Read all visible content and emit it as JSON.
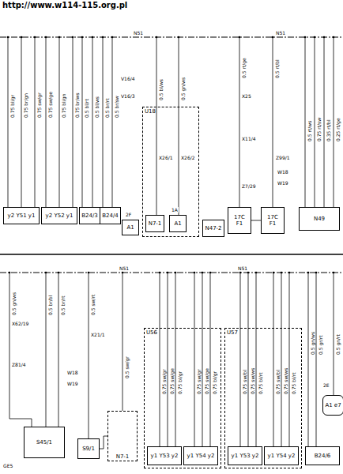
{
  "diagram": {
    "nodes": [
      {
        "text": [
          "y2 Y51 y1"
        ]
      },
      {
        "text": [
          "y2 Y52 y1"
        ]
      },
      {
        "text": [
          "B24/3"
        ]
      },
      {
        "text": [
          "B24/4"
        ]
      },
      {
        "text": [
          "A1"
        ]
      },
      {
        "text": [
          "U18"
        ]
      },
      {
        "text": [
          "N7-1"
        ],
        "in": 5
      },
      {
        "text": [
          "A1"
        ],
        "in": 5
      },
      {
        "text": [
          "N47-2"
        ]
      },
      {
        "text": [
          "17C",
          "F1"
        ]
      },
      {
        "text": [
          "17C",
          "F1"
        ]
      },
      {
        "text": [
          "N49"
        ]
      },
      {
        "text": [
          "S45/1"
        ]
      },
      {
        "text": [
          "S9/1"
        ]
      },
      {
        "text": [
          "N7-1"
        ]
      },
      {
        "text": [
          "U56"
        ]
      },
      {
        "text": [
          "y1 Y53 y2"
        ],
        "in": 15
      },
      {
        "text": [
          "y1 Y54 y2"
        ],
        "in": 15
      },
      {
        "text": [
          "U57"
        ]
      },
      {
        "text": [
          "y1 Y53 y2"
        ],
        "in": 18
      },
      {
        "text": [
          "y1 Y54 y2"
        ],
        "in": 18
      },
      {
        "text": [
          "B24/6"
        ]
      },
      {
        "text": [
          "A1 e7"
        ]
      }
    ],
    "edges": [
      {
        "from": 9,
        "to": 10,
        "arrow": "none"
      },
      {
        "from": 13,
        "to": 14,
        "arrow": "none"
      }
    ],
    "labels": [
      "http://www.w114-115.org.pl",
      "N51",
      "N51",
      "V16/4",
      "V16/3",
      "2F",
      "X26/1",
      "X26/2",
      "1A",
      "X25",
      "X11/4",
      "Z7/29",
      "Z99/1",
      "W18",
      "W19",
      "N51",
      "N51",
      "X62/19",
      "Z81/4",
      "W18",
      "W19",
      "GE5",
      "X21/1",
      "2E",
      "0.75 bl/gr",
      "0.75 br/gn",
      "0.75 sw/gr",
      "0.75 sw/ge",
      "0.75 bl/gn",
      "0.75 br/ws",
      "0.5 bl/rt",
      "0.5 bl/ws",
      "0.5 br/rt",
      "0.5 br/sw",
      "0.5 bl/ws",
      "0.5 gn/ws",
      "0.5 rt/ge",
      "0.5 rt/bl",
      "0.5 rt/ws",
      "0.75 rt/sw",
      "0.35 rt/bl",
      "0.25 rt/ge",
      "0.5 gn/ws",
      "0.5 br/bl",
      "0.5 br/rt",
      "0.5 sw/rt",
      "0.5 sw/gr",
      "0.75 sw/gr",
      "0.75 sw/ge",
      "0.75 bl/gr",
      "0.75 sw/gr",
      "0.75 sw/ge",
      "0.75 bl/gr",
      "0.75 sw/bl",
      "0.75 sw/ws",
      "0.75 bl/rt",
      "0.75 sw/bl",
      "0.75 sw/ws",
      "0.75 bl/rt",
      "0.5 gn/ws",
      "0.5 gr/rt",
      "0.5 gn/rt"
    ]
  }
}
